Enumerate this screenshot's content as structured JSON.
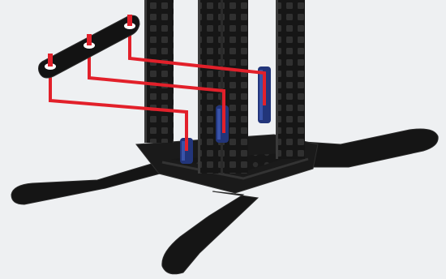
{
  "scene": {
    "background": "#eef0f2",
    "colors": {
      "frame": "#141414",
      "frame_highlight": "#3a3a3a",
      "hole": "#2c2c2c",
      "pin_blue": "#22357a",
      "pin_blue_highlight": "#4a68c8",
      "guide_line": "#e2202a",
      "peg_top": "#ffffff"
    },
    "parts": [
      {
        "name": "beam-with-three-pins",
        "pin_count": 3
      },
      {
        "name": "vertical-column-left"
      },
      {
        "name": "vertical-column-center"
      },
      {
        "name": "vertical-column-right"
      },
      {
        "name": "crossbar-base"
      },
      {
        "name": "foot-left"
      },
      {
        "name": "foot-right"
      },
      {
        "name": "foot-front"
      }
    ],
    "connectors": [
      {
        "name": "blue-pin-left"
      },
      {
        "name": "blue-pin-center"
      },
      {
        "name": "blue-pin-right"
      }
    ],
    "guide_lines": 3
  }
}
